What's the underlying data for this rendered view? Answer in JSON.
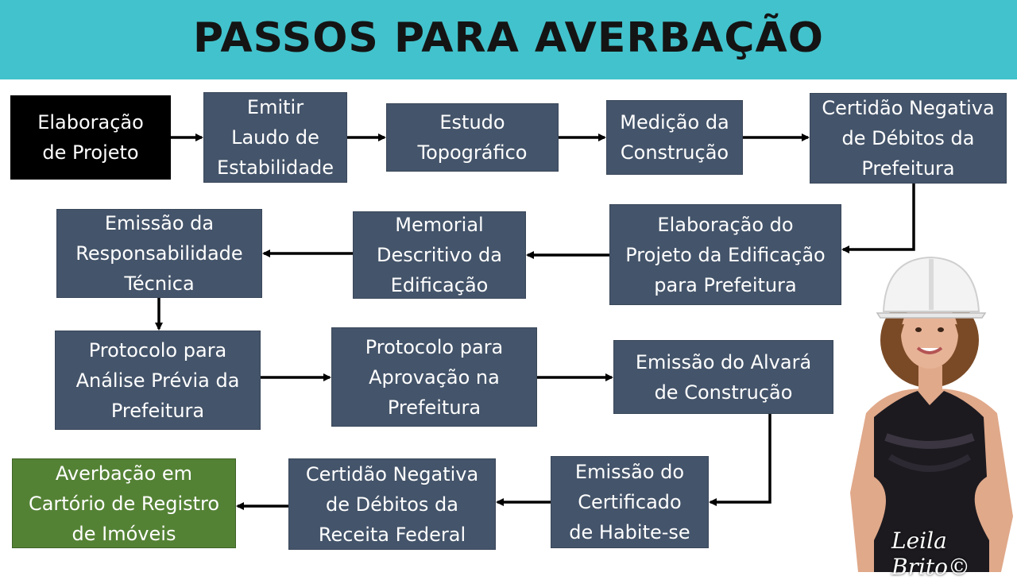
{
  "header": {
    "title": "PASSOS PARA AVERBAÇÃO",
    "background": "#42c2cc"
  },
  "colors": {
    "step": "#44546a",
    "start": "#000000",
    "final": "#548235",
    "arrow": "#000000"
  },
  "steps": [
    "Elaboração\nde Projeto",
    "Emitir\nLaudo de\nEstabilidade",
    "Estudo\nTopográfico",
    "Medição da\nConstrução",
    "Certidão Negativa\nde Débitos da\nPrefeitura",
    "Elaboração do\nProjeto da Edificação\npara Prefeitura",
    "Memorial\nDescritivo da\nEdificação",
    "Emissão da\nResponsabilidade\nTécnica",
    "Protocolo para\nAnálise Prévia da\nPrefeitura",
    "Protocolo para\nAprovação na\nPrefeitura",
    "Emissão do Alvará\nde Construção",
    "Emissão do\nCertificado\nde Habite-se",
    "Certidão Negativa\nde Débitos da\nReceita Federal",
    "Averbação em\nCartório de Registro\nde Imóveis"
  ],
  "signature": "Leila Brito©"
}
